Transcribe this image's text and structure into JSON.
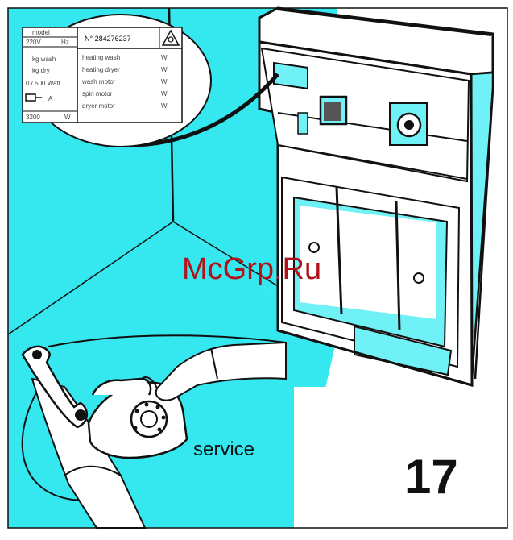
{
  "palette": {
    "cyan": "#35e8f0",
    "cyan_light": "#6ff1f5",
    "ink": "#111111",
    "paper": "#ffffff",
    "watermark": "#b11119"
  },
  "rating_plate": {
    "header_left": "model",
    "header_serial": "N° 284276237",
    "row2_left": "220V",
    "row2_right": "Hz",
    "left_lines": [
      "kg wash",
      "kg dry",
      "0 / 500 Watt"
    ],
    "plug_label": "A",
    "bottom_left": "3200",
    "bottom_right": "W",
    "right_lines": [
      {
        "label": "heating wash",
        "unit": "W"
      },
      {
        "label": "heating dryer",
        "unit": "W"
      },
      {
        "label": "wash motor",
        "unit": "W"
      },
      {
        "label": "spin motor",
        "unit": "W"
      },
      {
        "label": "dryer motor",
        "unit": "W"
      }
    ]
  },
  "service_label": "service",
  "page_number": "17",
  "watermark": "McGrp.Ru"
}
